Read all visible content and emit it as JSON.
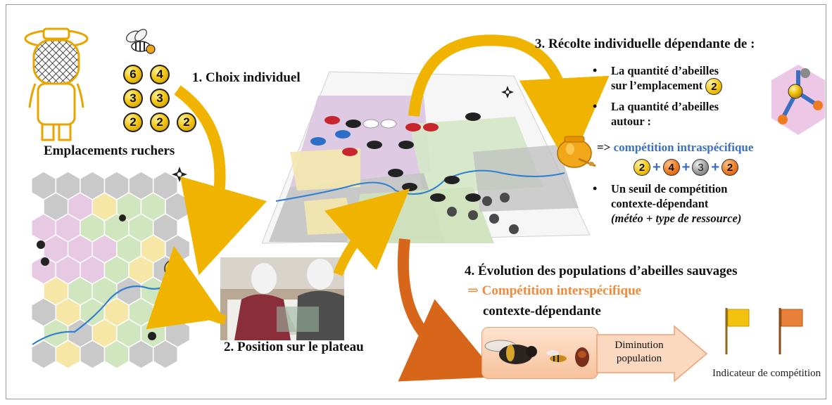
{
  "labels": {
    "step1": "1. Choix individuel",
    "emplacements": "Emplacements ruchers",
    "step2": "2. Position sur le plateau",
    "step3_title": "3. Récolte individuelle dépendante de :",
    "bullet1_line1": "La quantité d’abeilles",
    "bullet1_line2": "sur l’emplacement",
    "bullet2_line1": "La quantité d’abeilles",
    "bullet2_line2": "autour :",
    "arrow_prefix": "=>",
    "competition_intra": "compétition intraspécifique",
    "bullet3_line1": "Un seuil de compétition",
    "bullet3_line2": "contexte-dépendant",
    "bullet3_line3": "(météo + type de ressource)",
    "step4_title": "4. Évolution des populations d’abeilles sauvages",
    "arrow_symbol": "⇒",
    "competition_inter": "Compétition interspécifique",
    "contexte": "contexte-dépendante",
    "diminution_line1": "Diminution",
    "diminution_line2": "population",
    "indicateur": "Indicateur de compétition"
  },
  "hive_tokens": [
    "6",
    "4",
    "3",
    "3",
    "2",
    "2",
    "2"
  ],
  "location_token": "2",
  "formula": [
    {
      "value": "2",
      "color": "yellow"
    },
    {
      "value": "4",
      "color": "orange"
    },
    {
      "value": "3",
      "color": "grey"
    },
    {
      "value": "2",
      "color": "orange"
    }
  ],
  "formula_operator": "+",
  "colors": {
    "gold": "#f0b400",
    "orange": "#e8761e",
    "blue_text": "#3b6fc4",
    "orange_text": "#f08a3c",
    "hex_pink": "#e7c9e3",
    "hex_green": "#cfe6bf",
    "hex_yellow": "#f6e7a6",
    "hex_grey": "#c9c9c9",
    "flag_yellow": "#f3c20f",
    "flag_orange": "#e8803a"
  },
  "icons": [
    "beekeeper-icon",
    "bee-icon",
    "compass-icon",
    "honey-pot-icon",
    "flag-icon"
  ]
}
